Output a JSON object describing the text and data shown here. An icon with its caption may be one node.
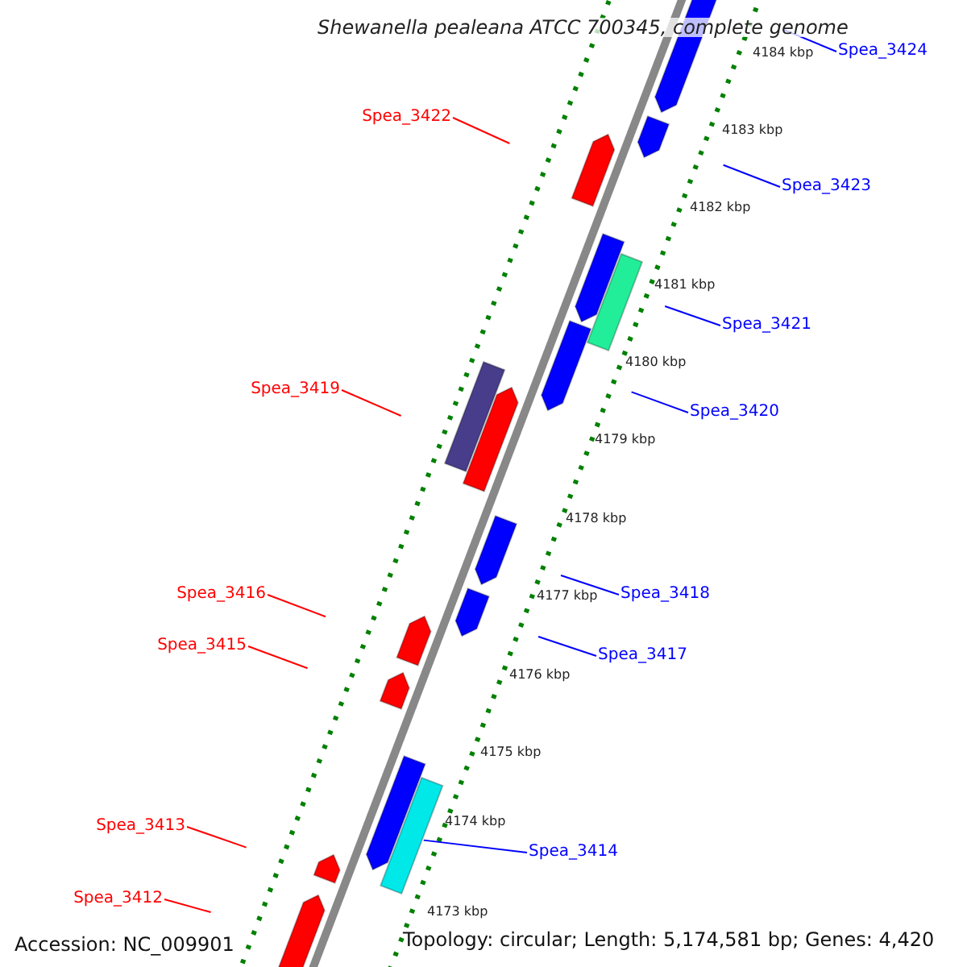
{
  "diagram": {
    "title": "Shewanella pealeana ATCC 700345, complete genome",
    "nodes": [
      {
        "text": [
          "Spea_3424"
        ]
      },
      {
        "text": [
          "Spea_3422"
        ]
      },
      {
        "text": [
          "Spea_3423"
        ]
      },
      {
        "text": [
          "Spea_3421"
        ]
      },
      {
        "text": [
          "Spea_3419"
        ]
      },
      {
        "text": [
          "Spea_3420"
        ]
      },
      {
        "text": [
          "Spea_3418"
        ]
      },
      {
        "text": [
          "Spea_3416"
        ]
      },
      {
        "text": [
          "Spea_3417"
        ]
      },
      {
        "text": [
          "Spea_3415"
        ]
      },
      {
        "text": [
          "Spea_3414"
        ]
      },
      {
        "text": [
          "Spea_3413"
        ]
      },
      {
        "text": [
          "Spea_3412"
        ]
      },
      {
        "text": [],
        "shape": "bar"
      }
    ],
    "edges": [
      {
        "from": 0,
        "to": null,
        "arrow": "none"
      },
      {
        "from": 1,
        "to": null,
        "arrow": "none",
        "color": "#ff0000"
      },
      {
        "from": 2,
        "to": null,
        "arrow": "none"
      },
      {
        "from": 3,
        "to": null,
        "arrow": "none"
      },
      {
        "from": 4,
        "to": null,
        "arrow": "none",
        "color": "#ff0000"
      },
      {
        "from": 5,
        "to": null,
        "arrow": "none"
      },
      {
        "from": 6,
        "to": null,
        "arrow": "none"
      },
      {
        "from": 7,
        "to": null,
        "arrow": "none",
        "color": "#ff0000"
      },
      {
        "from": 8,
        "to": null,
        "arrow": "none"
      },
      {
        "from": 9,
        "to": null,
        "arrow": "none",
        "color": "#ff0000"
      },
      {
        "from": 10,
        "to": 13,
        "arrow": "none"
      },
      {
        "from": 11,
        "to": null,
        "arrow": "none",
        "color": "#ff0000"
      },
      {
        "from": 12,
        "to": null,
        "arrow": "none",
        "color": "#ff0000"
      }
    ],
    "labels": [
      "4184 kbp",
      "4183 kbp",
      "4182 kbp",
      "4181 kbp",
      "4180 kbp",
      "4179 kbp",
      "4178 kbp",
      "4177 kbp",
      "4176 kbp",
      "4175 kbp",
      "4174 kbp",
      "4173 kbp",
      "Accession: NC_009901",
      "Topology: circular; Length: 5,174,581 bp; Genes: 4,420"
    ]
  }
}
